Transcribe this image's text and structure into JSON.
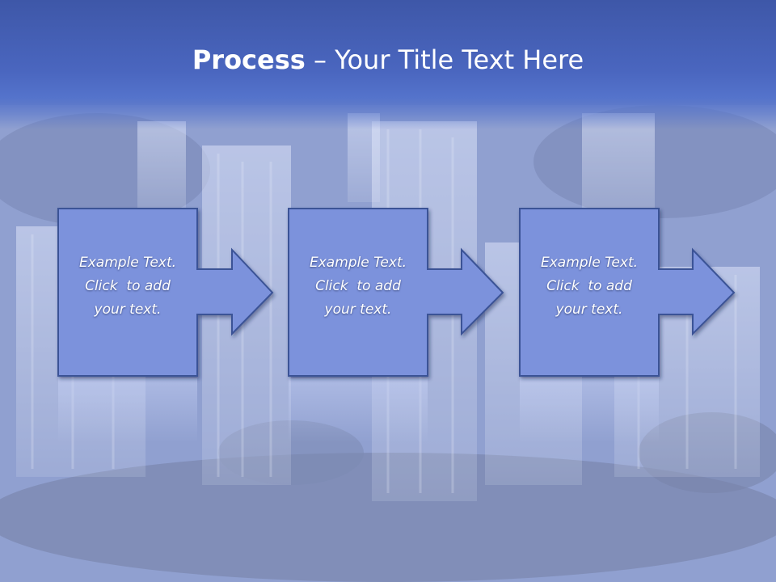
{
  "title": {
    "bold": "Process",
    "dash": " – ",
    "rest": "Your Title Text Here"
  },
  "steps": [
    {
      "lines": [
        "Example Text.",
        "Click  to add",
        "your text."
      ]
    },
    {
      "lines": [
        "Example Text.",
        "Click  to add",
        "your text."
      ]
    },
    {
      "lines": [
        "Example Text.",
        "Click  to add",
        "your text."
      ]
    }
  ],
  "colors": {
    "title_band": "#4a66bf",
    "box_fill": "#7b92dc",
    "box_stroke": "#3b5296",
    "text": "#ffffff"
  }
}
